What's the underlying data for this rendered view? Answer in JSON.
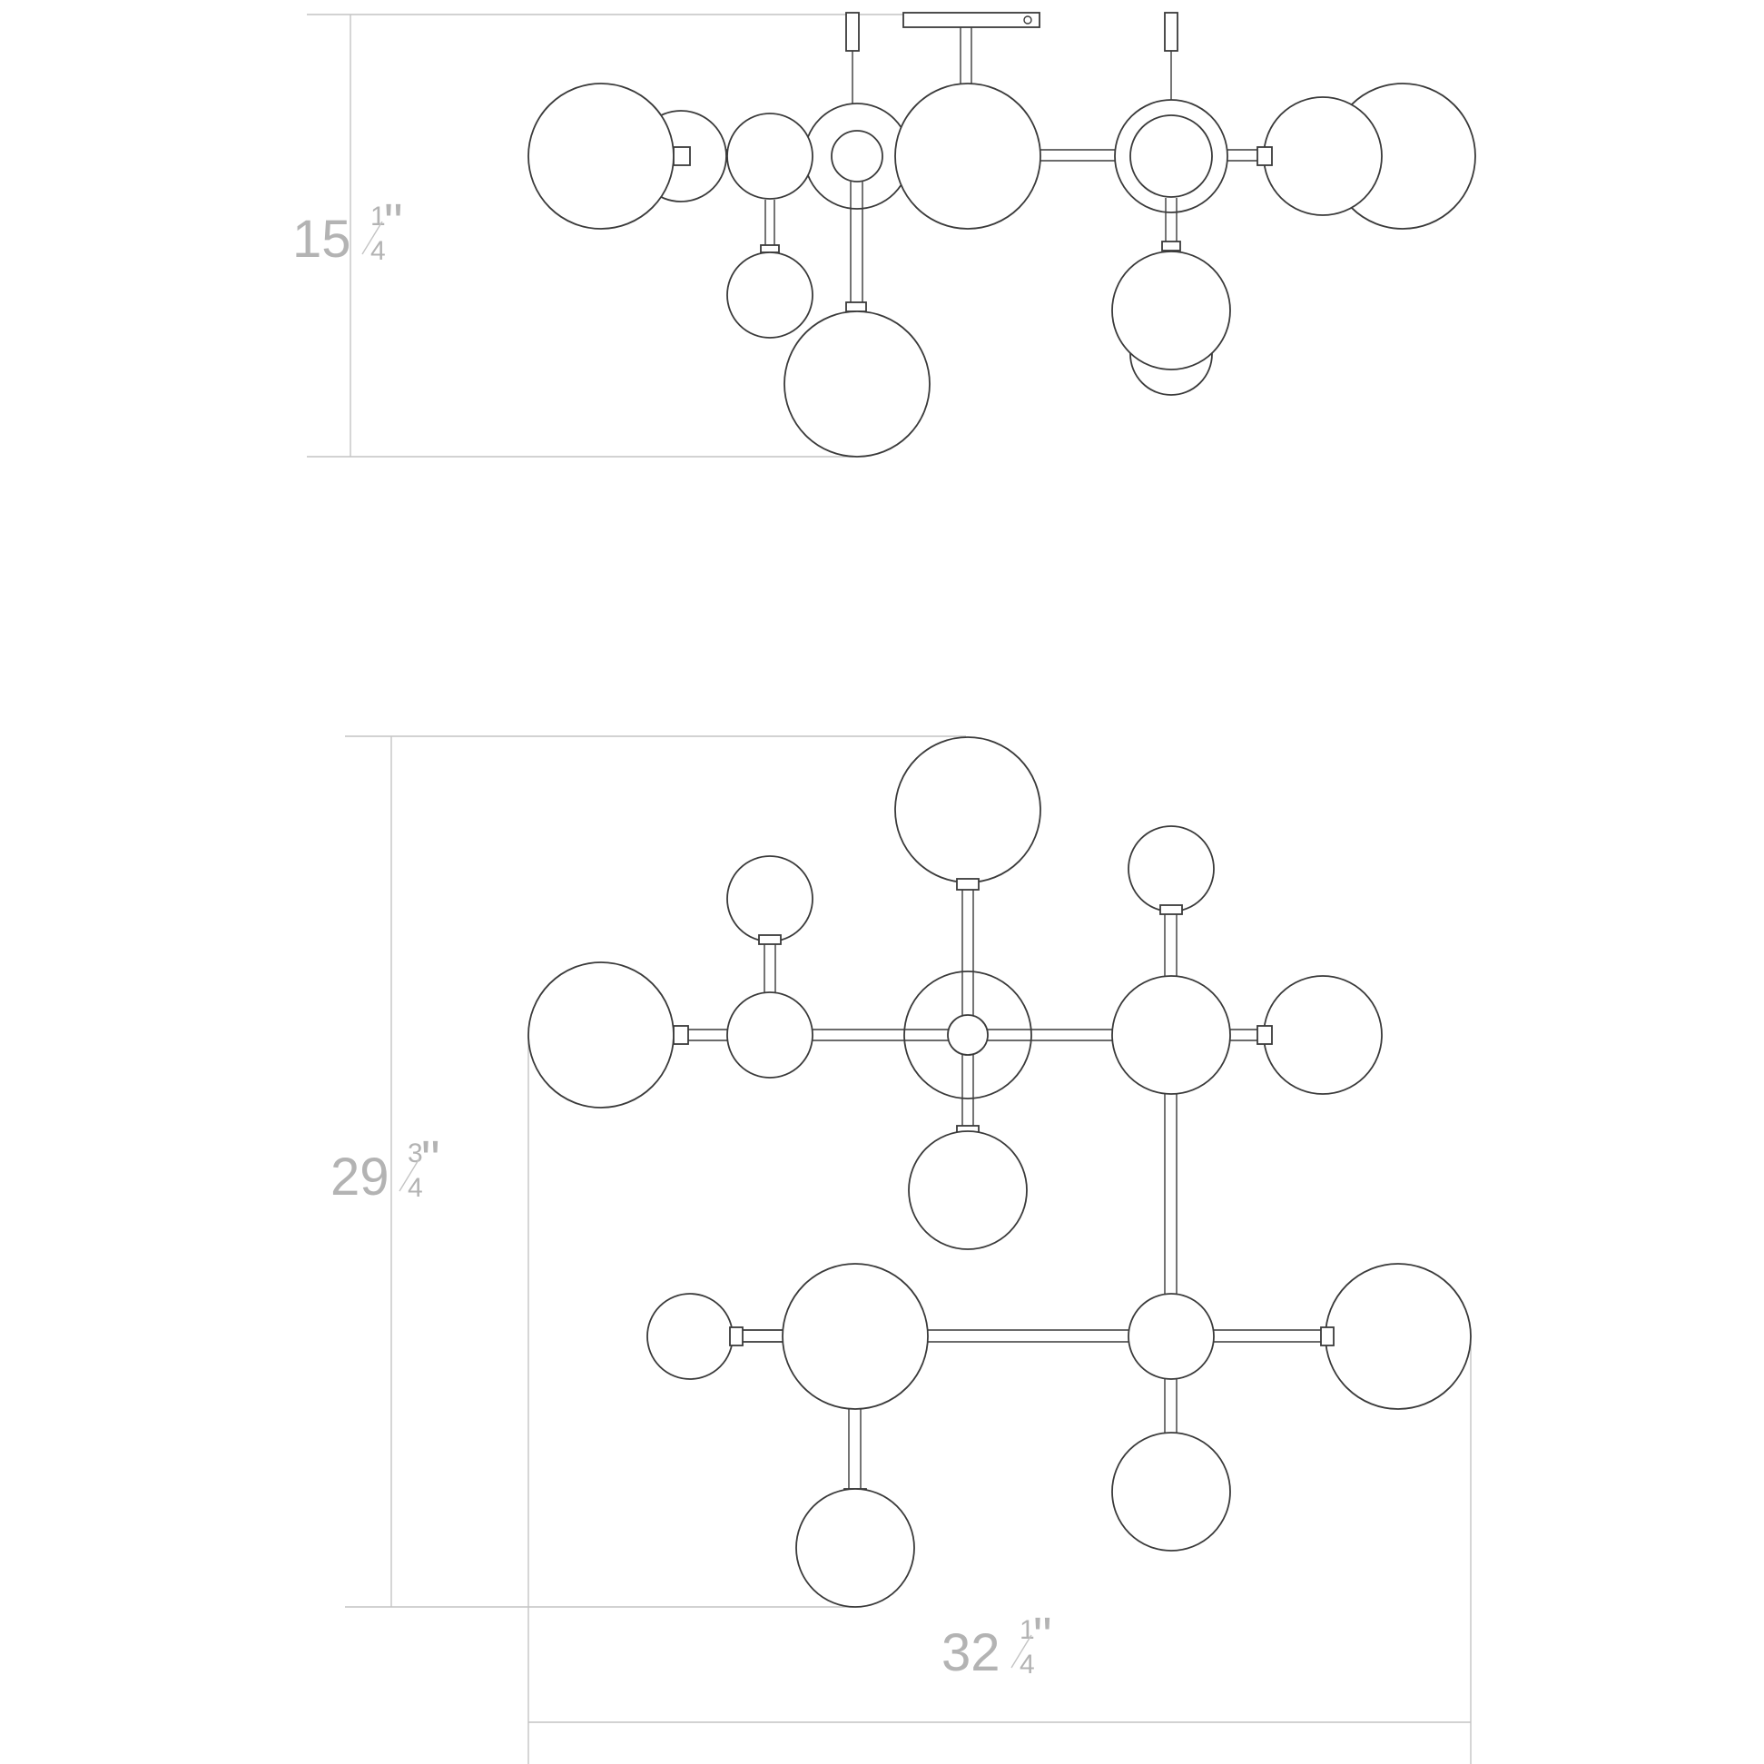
{
  "dimensions": {
    "height_top": {
      "whole": "15",
      "num": "1",
      "den": "4",
      "unit": "\""
    },
    "height_bottom": {
      "whole": "29",
      "num": "3",
      "den": "4",
      "unit": "\""
    },
    "width_bottom": {
      "whole": "32",
      "num": "1",
      "den": "4",
      "unit": "\""
    }
  }
}
